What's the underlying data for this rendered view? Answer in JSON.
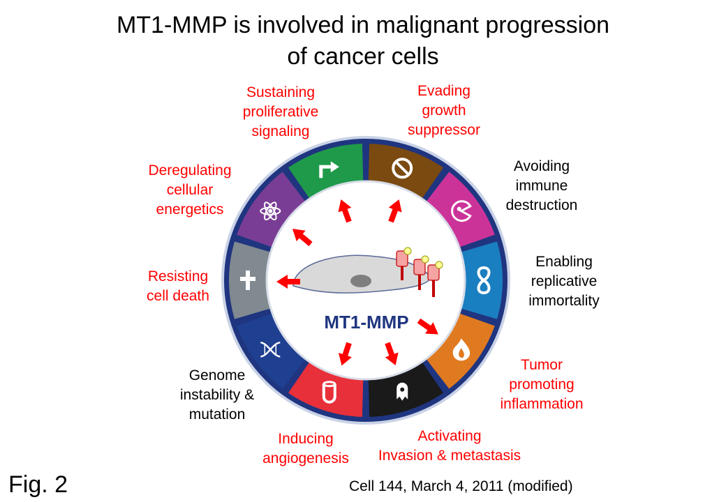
{
  "title": {
    "line1": "MT1-MMP is involved in malignant progression",
    "line2": "of cancer cells"
  },
  "center_label": "MT1-MMP",
  "hallmarks": [
    {
      "id": "sustaining",
      "lines": [
        "Sustaining",
        "proliferative",
        "signaling"
      ],
      "text_color": "red",
      "segment_color": "#1f9a4a",
      "icon": "arrow-icon"
    },
    {
      "id": "evading",
      "lines": [
        "Evading",
        "growth",
        "suppressor"
      ],
      "text_color": "red",
      "segment_color": "#7a4a10",
      "icon": "prohibition-icon"
    },
    {
      "id": "avoiding",
      "lines": [
        "Avoiding",
        "immune",
        "destruction"
      ],
      "text_color": "black",
      "segment_color": "#cc3399",
      "icon": "pacman-cell-icon"
    },
    {
      "id": "enabling",
      "lines": [
        "Enabling",
        "replicative",
        "immortality"
      ],
      "text_color": "black",
      "segment_color": "#1a7fc0",
      "icon": "infinity-icon"
    },
    {
      "id": "tumor",
      "lines": [
        "Tumor",
        "promoting",
        "inflammation"
      ],
      "text_color": "red",
      "segment_color": "#e07a20",
      "icon": "flame-icon"
    },
    {
      "id": "activating",
      "lines": [
        "Activating",
        "Invasion & metastasis"
      ],
      "text_color": "red",
      "segment_color": "#1a1a1a",
      "icon": "crab-icon"
    },
    {
      "id": "inducing",
      "lines": [
        "Inducing",
        "angiogenesis"
      ],
      "text_color": "red",
      "segment_color": "#e8303a",
      "icon": "vessel-icon"
    },
    {
      "id": "genome",
      "lines": [
        "Genome",
        "instability &",
        "mutation"
      ],
      "text_color": "black",
      "segment_color": "#1f3f90",
      "icon": "dna-icon"
    },
    {
      "id": "resisting",
      "lines": [
        "Resisting",
        "cell death"
      ],
      "text_color": "red",
      "segment_color": "#808a90",
      "icon": "tombstone-cross-icon"
    },
    {
      "id": "deregulating",
      "lines": [
        "Deregulating",
        "cellular",
        "energetics"
      ],
      "text_color": "red",
      "segment_color": "#7a3d95",
      "icon": "atom-icon"
    }
  ],
  "footer": {
    "fig_label": "Fig. 2",
    "citation": "Cell 144, March 4, 2011 (modified)"
  }
}
